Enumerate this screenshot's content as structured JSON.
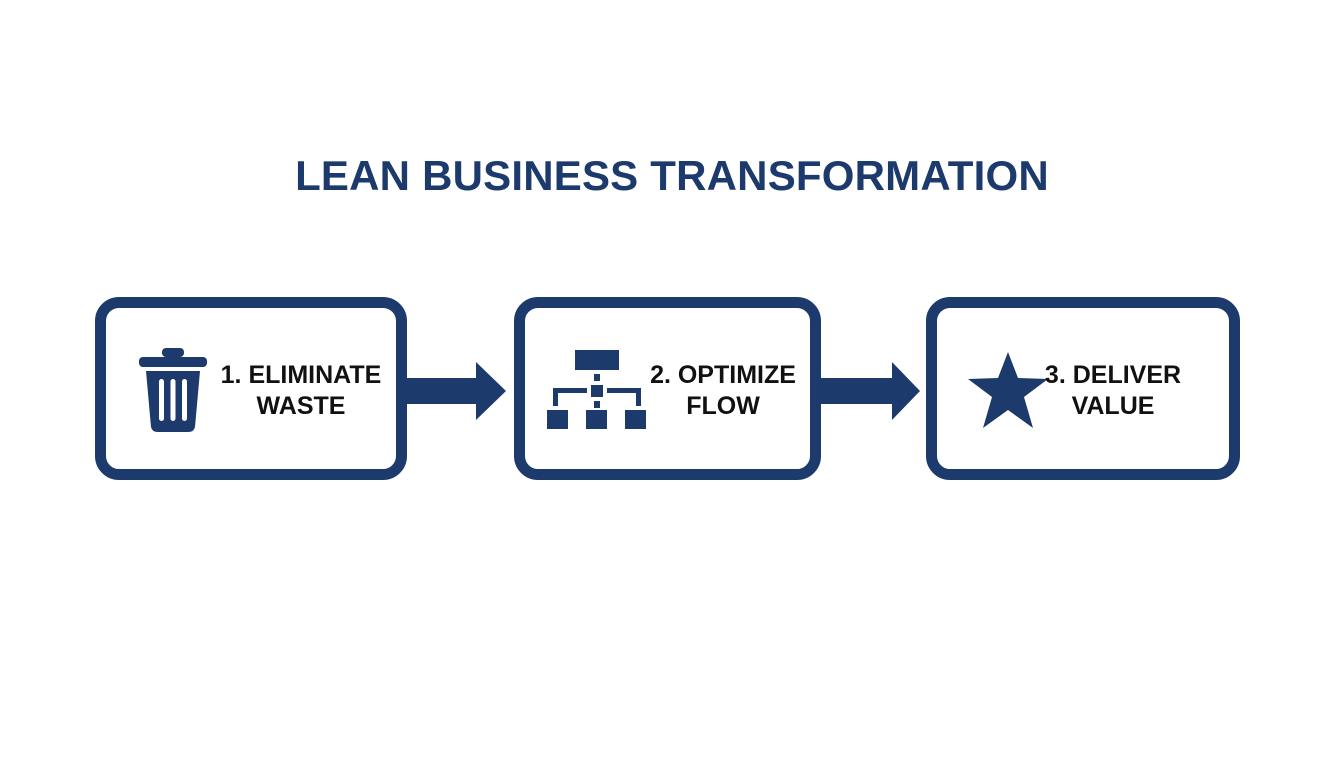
{
  "title": "LEAN BUSINESS TRANSFORMATION",
  "colors": {
    "primary": "#1c3a6b",
    "text": "#111111",
    "background": "#ffffff"
  },
  "steps": [
    {
      "number": "1.",
      "line1": "1. ELIMINATE",
      "line2": "WASTE",
      "icon": "trash-can-icon"
    },
    {
      "number": "2.",
      "line1": "2. OPTIMIZE",
      "line2": "FLOW",
      "icon": "flowchart-hierarchy-icon"
    },
    {
      "number": "3.",
      "line1": "3. DELIVER",
      "line2": "VALUE",
      "icon": "star-icon"
    }
  ],
  "connectors": [
    {
      "from": 1,
      "to": 2,
      "icon": "arrow-right-icon"
    },
    {
      "from": 2,
      "to": 3,
      "icon": "arrow-right-icon"
    }
  ]
}
